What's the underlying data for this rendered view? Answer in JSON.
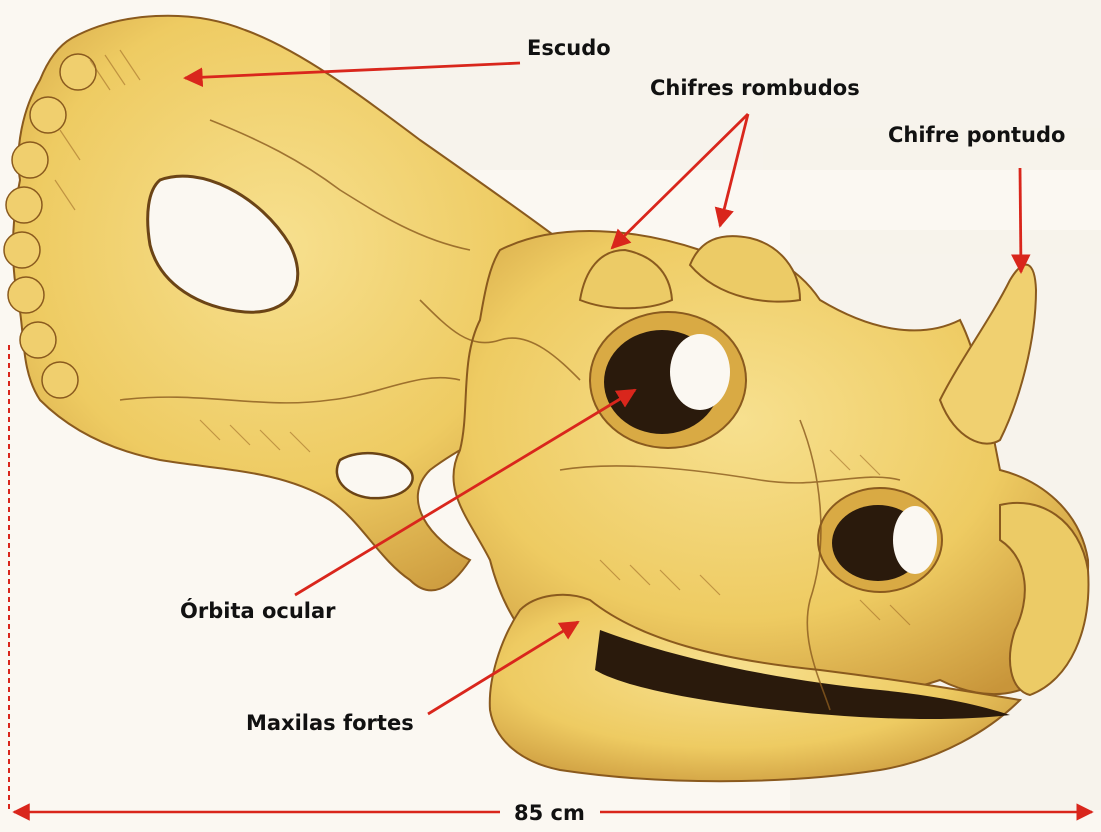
{
  "labels": {
    "escudo": "Escudo",
    "chifres_rombudos": "Chifres rombudos",
    "chifre_pontudo": "Chifre pontudo",
    "orbita_ocular": "Órbita ocular",
    "maxilas_fortes": "Maxilas fortes"
  },
  "scale": {
    "length": "85 cm"
  },
  "colors": {
    "arrow": "#d9261c",
    "bone_light": "#f3d77c",
    "bone_mid": "#e9c45a",
    "bone_shadow": "#b9852e",
    "dark": "#2a1a0c",
    "scale_line": "#d9261c"
  }
}
